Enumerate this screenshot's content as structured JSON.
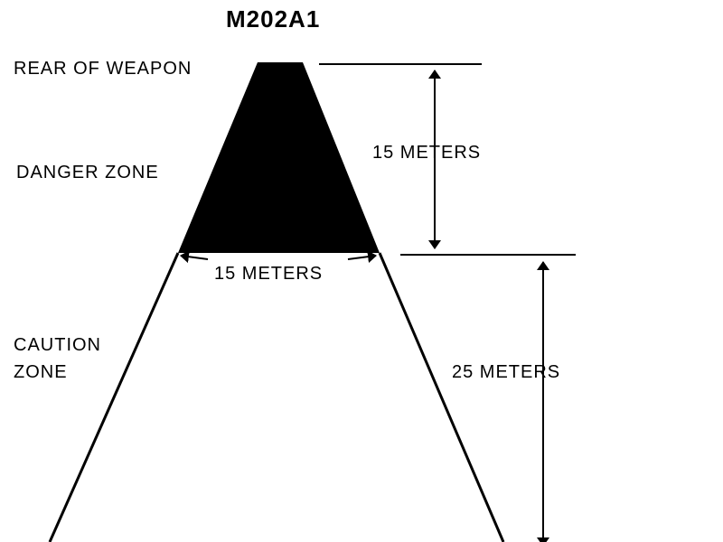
{
  "title": "M202A1",
  "labels": {
    "rear_of_weapon": "REAR OF WEAPON",
    "danger_zone": "DANGER ZONE",
    "caution_zone_line1": "CAUTION",
    "caution_zone_line2": "ZONE",
    "danger_depth": "15 METERS",
    "danger_width": "15 METERS",
    "caution_depth": "25 METERS"
  },
  "colors": {
    "danger_fill": "#000000",
    "line": "#000000"
  }
}
